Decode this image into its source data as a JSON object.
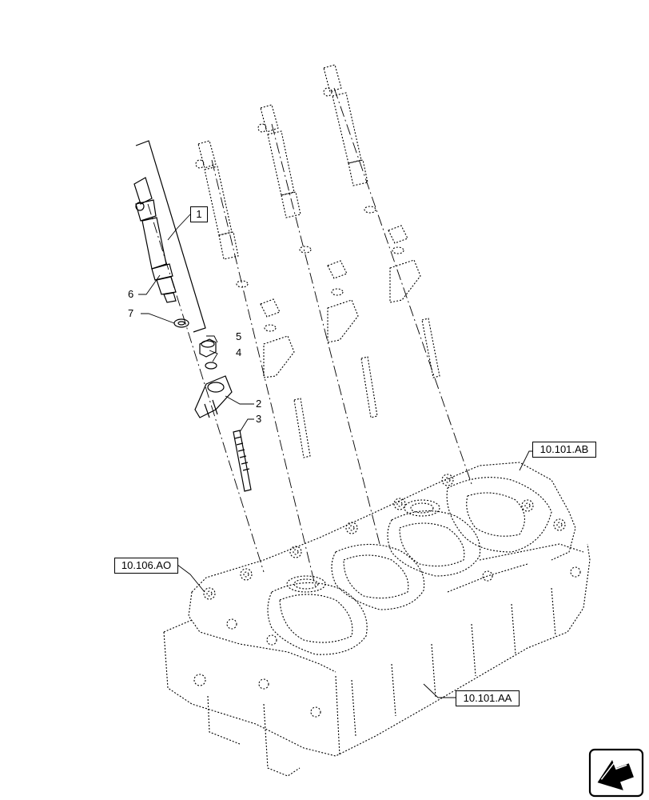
{
  "references": {
    "ref_ab": "10.101.AB",
    "ref_ao": "10.106.AO",
    "ref_aa": "10.101.AA"
  },
  "items": {
    "item1": "1",
    "item2": "2",
    "item3": "3",
    "item4": "4",
    "item5": "5",
    "item6": "6",
    "item7": "7"
  },
  "icons": {
    "nav": "next-page-arrow-icon"
  },
  "colors": {
    "line": "#000000",
    "background": "#ffffff"
  }
}
